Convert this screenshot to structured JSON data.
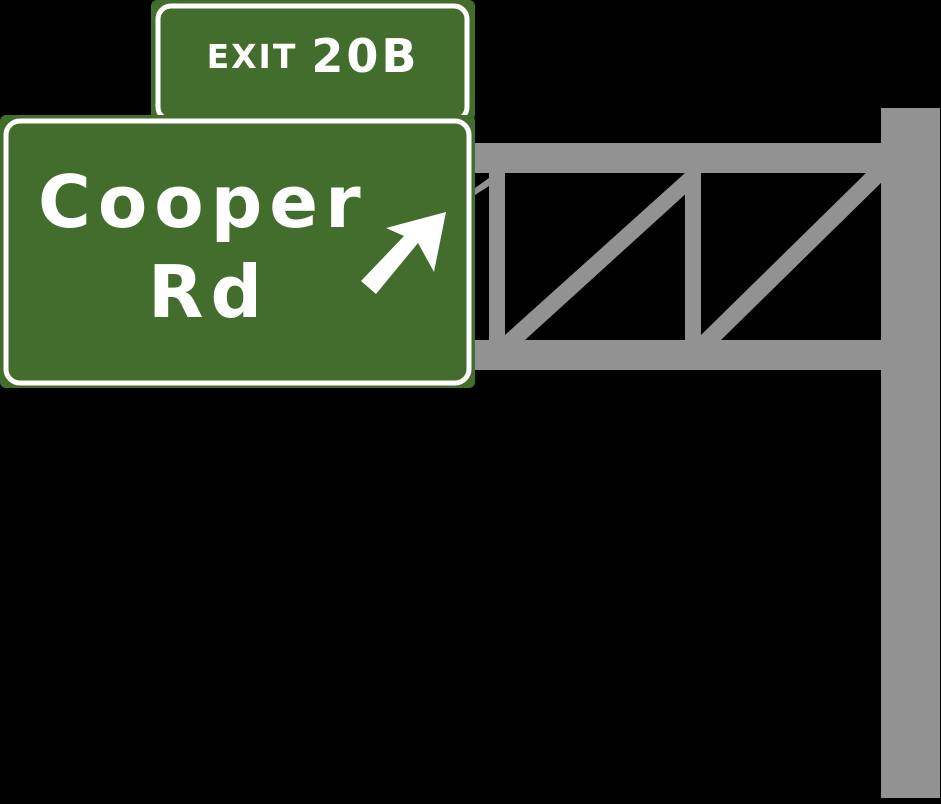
{
  "scene": {
    "background": "#000000",
    "structure_color": "#929292",
    "sign_color": "#426d2d",
    "border_color": "#ffffff"
  },
  "exit_tab": {
    "word": "EXIT",
    "number": "20B"
  },
  "main_sign": {
    "line1": "Cooper",
    "line2": "Rd",
    "arrow": "up-right-arrow-icon"
  }
}
